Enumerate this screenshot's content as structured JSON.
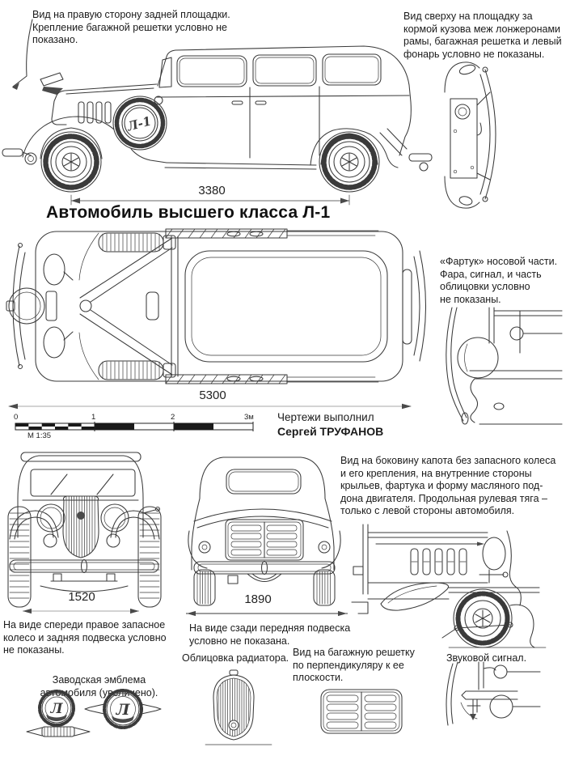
{
  "title": "Автомобиль высшего класса Л-1",
  "annotations": {
    "rear_platform_side": "Вид на правую сторону задней площадки.\nКрепление багажной решетки условно не\nпоказано.",
    "rear_platform_top": "Вид сверху на площадку за\nкормой кузова меж лонжеронами\nрамы, багажная решетка и левый\nфонарь условно не показаны.",
    "nose_apron": "«Фартук» носовой части.\nФара, сигнал, и часть\nоблицовки условно\nне показаны.",
    "hood_side": "Вид на боковину капота без запасного колеса\nи его крепления, на внутренние стороны\nкрыльев, фартука и форму масляного под-\nдона двигателя. Продольная рулевая тяга –\nтолько с левой стороны автомобиля.",
    "front_view": "На виде спереди правое запасное\nколесо и задняя подвеска условно\nне показаны.",
    "rear_view": "На виде сзади передняя подвеска\nусловно не показана.",
    "emblem": "Заводская эмблема\nавтомобиля (увеличено).",
    "radiator": "Облицовка радиатора.",
    "luggage_rack": "Вид на багажную решетку\nпо перпендикуляру к ее\nплоскости.",
    "horn": "Звуковой сигнал."
  },
  "credit": {
    "line1": "Чертежи выполнил",
    "line2": "Сергей ТРУФАНОВ"
  },
  "dimensions": {
    "wheelbase": "3380",
    "length": "5300",
    "front_track": "1520",
    "rear_track": "1890"
  },
  "scale_bar": {
    "ticks": [
      "0",
      "1",
      "2",
      "3м"
    ],
    "scale_label": "М 1:35"
  },
  "labels": {
    "spare_wheel": "Л-1",
    "emblem_letter": "Л"
  }
}
